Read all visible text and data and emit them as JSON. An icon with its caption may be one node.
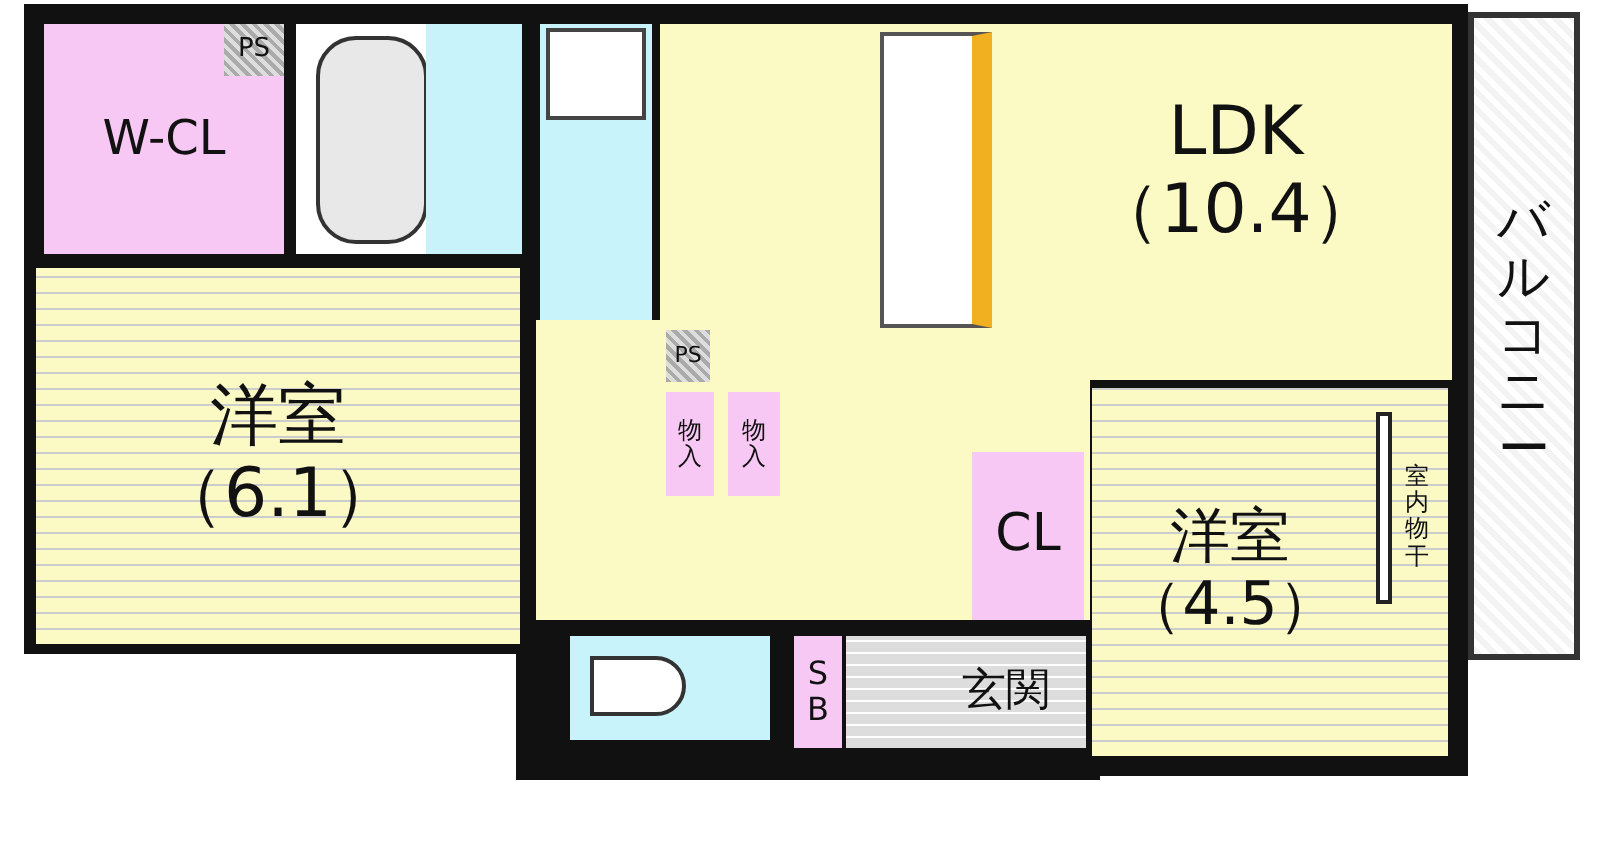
{
  "diagram": {
    "nodes": [
      {
        "text": [
          "W-CL"
        ]
      },
      {
        "text": [
          "PS"
        ],
        "in": 0
      },
      {
        "text": [
          "LDK",
          "（10.4）"
        ]
      },
      {
        "text": [
          "バルコニー"
        ]
      },
      {
        "text": [
          "洋室",
          "（6.1）"
        ]
      },
      {
        "text": [
          "PS"
        ]
      },
      {
        "text": [
          "物入"
        ]
      },
      {
        "text": [
          "物入"
        ]
      },
      {
        "text": [
          "CL"
        ]
      },
      {
        "text": [
          "洋室",
          "（4.5）"
        ]
      },
      {
        "text": [
          "SB"
        ]
      },
      {
        "text": [
          "玄関"
        ]
      }
    ],
    "edges": [],
    "labels": [
      "室内物干"
    ]
  }
}
